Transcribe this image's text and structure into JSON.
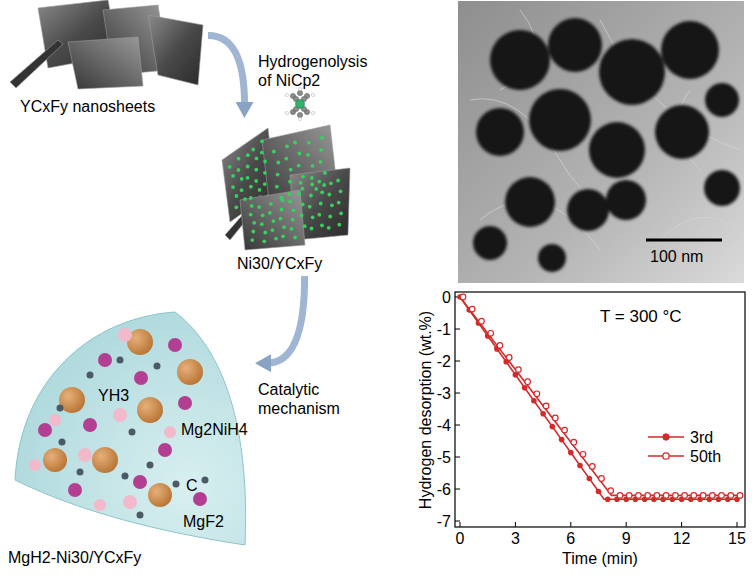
{
  "diagram": {
    "nodes": [
      {
        "text": [
          "YCxFy nanosheets"
        ]
      },
      {
        "text": [
          "Ni30/YCxFy"
        ]
      },
      {
        "text": [
          "YH3",
          "Mg2NiH4",
          "C",
          "MgF2",
          "MgH2-Ni30/YCxFy"
        ]
      }
    ],
    "edges": [
      {
        "from": 0,
        "to": 1,
        "label": "Hydrogenolysis of NiCp2",
        "arrow": "to"
      },
      {
        "from": 1,
        "to": 2,
        "label": "Catalytic mechanism",
        "arrow": "to"
      }
    ],
    "labels": [
      "100 nm",
      "T = 300 °C",
      "Hydrogen desorption (wt.%)",
      "Time (min)",
      "0",
      "-1",
      "-2",
      "-3",
      "-4",
      "-5",
      "-6",
      "-7",
      "0",
      "3",
      "6",
      "9",
      "12",
      "15"
    ],
    "legend": [
      {
        "text": "3rd"
      },
      {
        "text": "50th"
      }
    ]
  }
}
